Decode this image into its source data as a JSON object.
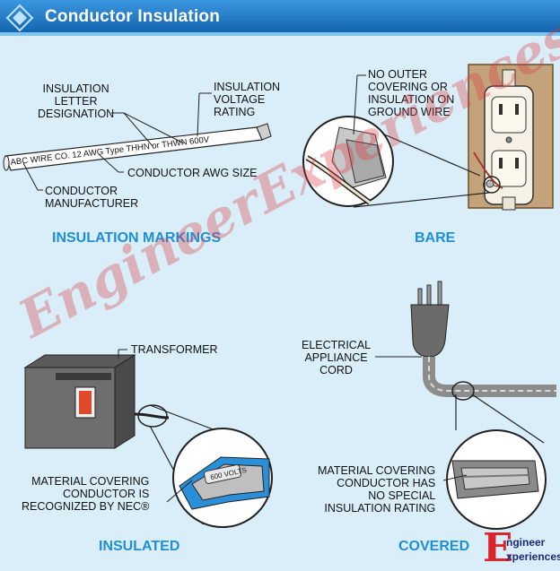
{
  "header": {
    "title": "Conductor Insulation"
  },
  "sections": {
    "markings": {
      "heading": "INSULATION MARKINGS",
      "wire_print": "ABC WIRE CO. 12 AWG Type THHN or THWN 600V",
      "labels": {
        "letter_designation": [
          "INSULATION",
          "LETTER",
          "DESIGNATION"
        ],
        "voltage_rating": [
          "INSULATION",
          "VOLTAGE",
          "RATING"
        ],
        "awg_size": "CONDUCTOR AWG SIZE",
        "manufacturer": [
          "CONDUCTOR",
          "MANUFACTURER"
        ]
      }
    },
    "bare": {
      "heading": "BARE",
      "note": [
        "NO OUTER",
        "COVERING OR",
        "INSULATION ON",
        "GROUND WIRE"
      ]
    },
    "insulated": {
      "heading": "INSULATED",
      "transformer_label": "TRANSFORMER",
      "callout": [
        "MATERIAL COVERING",
        "CONDUCTOR IS",
        "RECOGNIZED BY NEC®"
      ],
      "stamp": "600 VOLTS"
    },
    "covered": {
      "heading": "COVERED",
      "cord_label": [
        "ELECTRICAL",
        "APPLIANCE",
        "CORD"
      ],
      "callout": [
        "MATERIAL COVERING",
        "CONDUCTOR HAS",
        "NO SPECIAL",
        "INSULATION RATING"
      ]
    }
  },
  "watermark": "EngineerExperiences.com",
  "logo": {
    "letter": "E",
    "line1": "ngineer",
    "line2": "xperiences"
  },
  "colors": {
    "header_blue": "#1573c0",
    "heading_blue": "#1e8fd6",
    "background": "#d9eef8",
    "insulation_blue": "#2a8fd8",
    "watermark": "#dc3c46"
  }
}
